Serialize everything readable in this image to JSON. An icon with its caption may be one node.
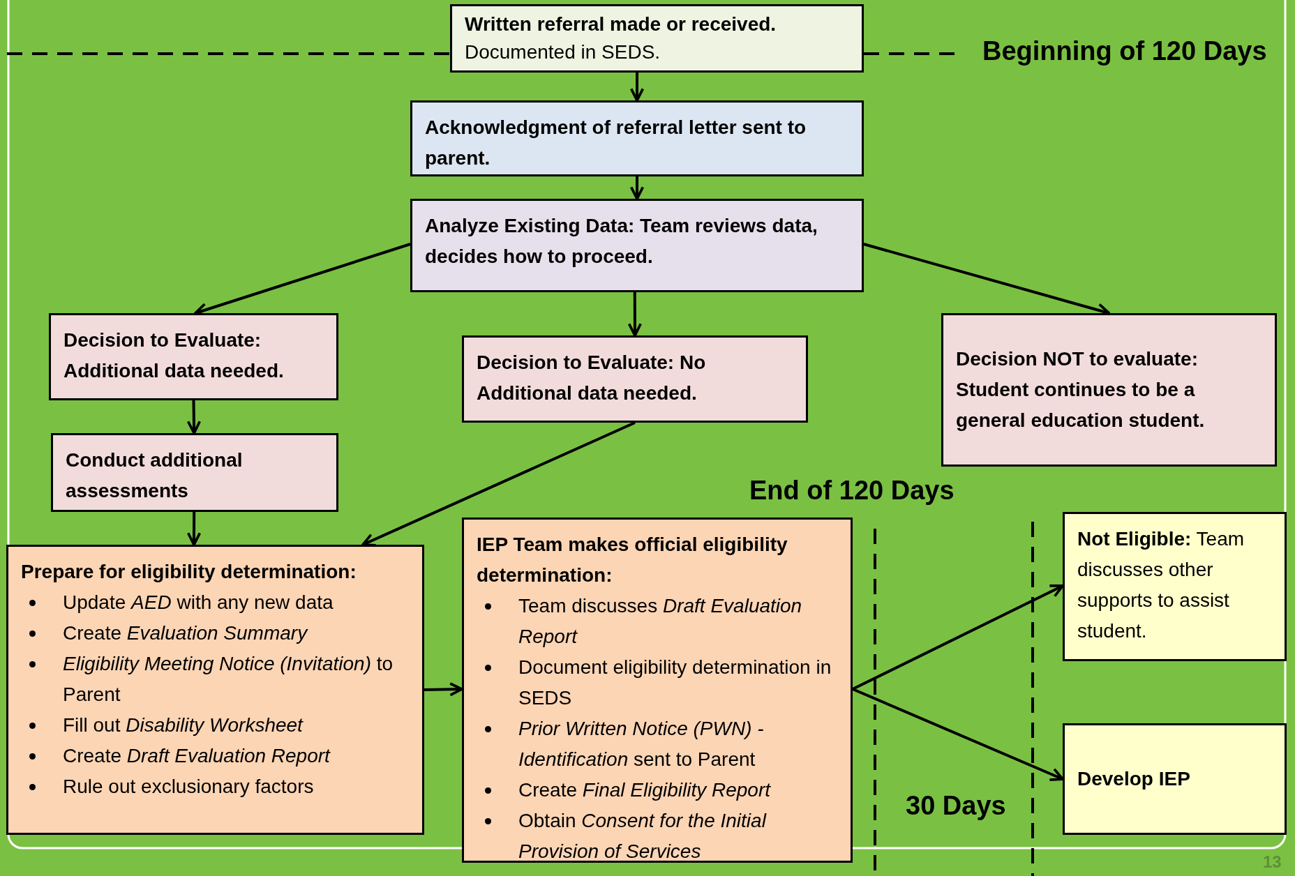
{
  "diagram": {
    "nodes": [
      {
        "text": [
          "Written referral made or received.",
          "Documented in SEDS."
        ]
      },
      {
        "text": [
          "Acknowledgment of referral letter sent to parent."
        ]
      },
      {
        "text": [
          "Analyze Existing Data: Team reviews data, decides how to proceed."
        ]
      },
      {
        "text": [
          "Decision to Evaluate: Additional data needed."
        ]
      },
      {
        "text": [
          "Decision to Evaluate: No Additional data needed."
        ]
      },
      {
        "text": [
          "Decision NOT to evaluate: Student continues to be a general education student."
        ]
      },
      {
        "text": [
          "Conduct additional assessments"
        ]
      },
      {
        "text": [
          "Prepare for eligibility determination:",
          "Update *AED* with any new data",
          "Create *Evaluation Summary*",
          "*Eligibility Meeting Notice (Invitation)* to Parent",
          "Fill out *Disability Worksheet*",
          "Create *Draft Evaluation Report*",
          "Rule out exclusionary factors"
        ]
      },
      {
        "text": [
          "IEP Team makes official eligibility determination:",
          "Team discusses *Draft Evaluation Report*",
          "Document eligibility determination in SEDS",
          "*Prior Written Notice (PWN) - Identification* sent to Parent",
          "Create *Final Eligibility Report*",
          "Obtain *Consent for the Initial Provision of Services*"
        ]
      },
      {
        "text": [
          "**Not Eligible:** Team discusses other supports to assist student."
        ]
      },
      {
        "text": [
          "Develop IEP"
        ]
      }
    ],
    "edges": [
      {
        "from": 0,
        "to": 1,
        "arrow": "to"
      },
      {
        "from": 1,
        "to": 2,
        "arrow": "to"
      },
      {
        "from": 2,
        "to": 3,
        "arrow": "to"
      },
      {
        "from": 2,
        "to": 4,
        "arrow": "to"
      },
      {
        "from": 2,
        "to": 5,
        "arrow": "to"
      },
      {
        "from": 3,
        "to": 6,
        "arrow": "to"
      },
      {
        "from": 6,
        "to": 7,
        "arrow": "to"
      },
      {
        "from": 4,
        "to": 7,
        "arrow": "to"
      },
      {
        "from": 7,
        "to": 8,
        "arrow": "to"
      },
      {
        "from": 8,
        "to": 9,
        "arrow": "to"
      },
      {
        "from": 8,
        "to": 10,
        "arrow": "to"
      }
    ],
    "labels": [
      "Beginning of 120 Days",
      "End of 120 Days",
      "30 Days",
      "13"
    ]
  }
}
